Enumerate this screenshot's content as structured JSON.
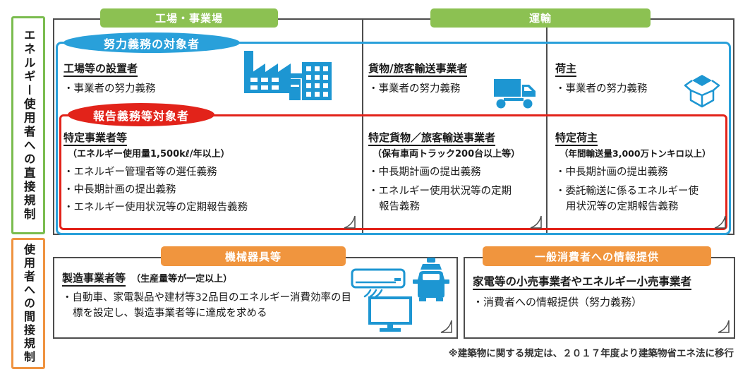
{
  "colors": {
    "green": "#8cc152",
    "orange": "#f0953e",
    "blue_border": "#29a0da",
    "red_border": "#e2231a",
    "icon_blue": "#1d96d2"
  },
  "left_labels": {
    "direct": "エネルギー使用者への直接規制",
    "indirect": "使用者への間接規制"
  },
  "top": {
    "tabs": {
      "factory": "工場・事業場",
      "transport": "運輸"
    },
    "effort_label": "努力義務の対象者",
    "report_label": "報告義務等対象者",
    "columns": [
      {
        "effort_title": "工場等の設置者",
        "effort_bullet": "・事業者の努力義務",
        "icons": [
          "factory-icon",
          "building-icon"
        ],
        "report_title": "特定事業者等",
        "report_condition": "（エネルギー使用量1,500kℓ/年以上）",
        "report_bullets": [
          "・エネルギー管理者等の選任義務",
          "・中長期計画の提出義務",
          "・エネルギー使用状況等の定期報告義務"
        ]
      },
      {
        "effort_title": "貨物/旅客輸送事業者",
        "effort_bullet": "・事業者の努力義務",
        "icons": [
          "truck-icon"
        ],
        "report_title": "特定貨物／旅客輸送事業者",
        "report_condition": "（保有車両トラック200台以上等）",
        "report_bullets": [
          "・中長期計画の提出義務",
          "・エネルギー使用状況等の定期報告義務"
        ]
      },
      {
        "effort_title": "荷主",
        "effort_bullet": "・事業者の努力義務",
        "icons": [
          "open-box-icon"
        ],
        "report_title": "特定荷主",
        "report_condition": "（年間輸送量3,000万トンキロ以上）",
        "report_bullets": [
          "・中長期計画の提出義務",
          "・委託輸送に係るエネルギー使用状況等の定期報告義務"
        ]
      }
    ]
  },
  "bottom": {
    "machinery": {
      "tab": "機械器具等",
      "title": "製造事業者等",
      "condition": "（生産量等が一定以上）",
      "bullet": "・自動車、家電製品や建材等32品目のエネルギー消費効率の目標を設定し、製造事業者等に達成を求める",
      "icons": [
        "air-conditioner-icon",
        "car-icon",
        "tv-icon"
      ]
    },
    "consumer": {
      "tab": "一般消費者への情報提供",
      "title": "家電等の小売事業者やエネルギー小売事業者",
      "bullet": "・消費者への情報提供（努力義務）"
    }
  },
  "footnote": "※建築物に関する規定は、２０１７年度より建築物省エネ法に移行"
}
